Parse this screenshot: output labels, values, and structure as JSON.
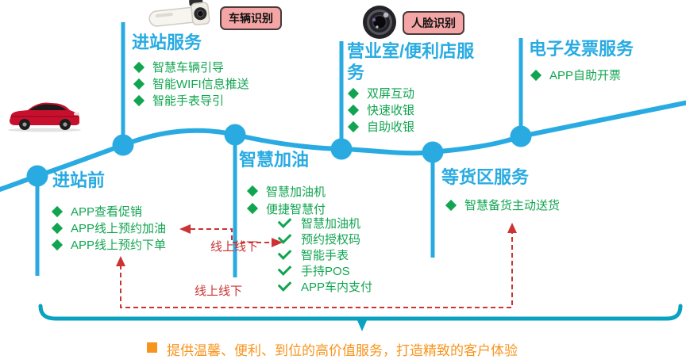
{
  "colors": {
    "road": "#29ABE2",
    "heading": "#29ABE2",
    "green": "#12A551",
    "red_dash": "#CC3333",
    "orange": "#F7941D",
    "bracket": "#0AA2C0",
    "tag_bg": "#F4A5A5"
  },
  "icons": {
    "vehicle_camera": "cctv-bullet-camera",
    "face_camera": "camera-lens",
    "car": "red-sedan-car",
    "bullet": "green-diamond",
    "sub_bullet": "green-checkmark"
  },
  "tags": {
    "vehicle": "车辆识别",
    "face": "人脸识别"
  },
  "flow_labels": {
    "online_offline_1": "线上线下",
    "online_offline_2": "线上线下"
  },
  "sections": {
    "pre_entry": {
      "title": "进站前",
      "items": [
        "APP查看促销",
        "APP线上预约加油",
        "APP线上预约下单"
      ]
    },
    "entry_service": {
      "title": "进站服务",
      "items": [
        "智慧车辆引导",
        "智能WIFI信息推送",
        "智能手表导引"
      ]
    },
    "smart_refuel": {
      "title": "智慧加油",
      "items": [
        "智慧加油机",
        "便捷智慧付"
      ],
      "sub_items": [
        "智慧加油机",
        "预约授权码",
        "智能手表",
        "手持POS",
        "APP车内支付"
      ]
    },
    "store_service": {
      "title": "营业室/便利店服务",
      "items": [
        "双屏互动",
        "快速收银",
        "自助收银"
      ]
    },
    "waiting_area": {
      "title": "等货区服务",
      "items": [
        "智慧备货主动送货"
      ]
    },
    "einvoice": {
      "title": "电子发票服务",
      "items": [
        "APP自助开票"
      ]
    }
  },
  "footer": {
    "text": "提供温馨、便利、到位的高价值服务，打造精致的客户体验"
  }
}
